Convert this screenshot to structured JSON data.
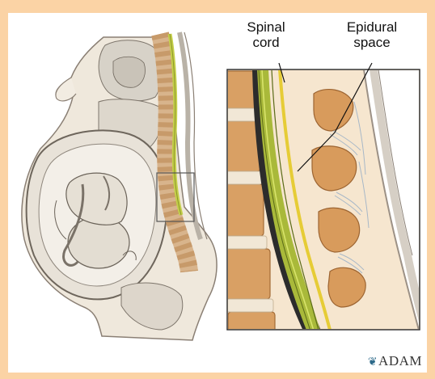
{
  "labels": {
    "spinal_cord": "Spinal\ncord",
    "epidural_space": "Epidural\nspace"
  },
  "logo": {
    "mark": "❦",
    "text": "ADAM"
  },
  "icons": {
    "body": "pregnant-body-illustration",
    "inset": "spine-closeup-illustration"
  }
}
